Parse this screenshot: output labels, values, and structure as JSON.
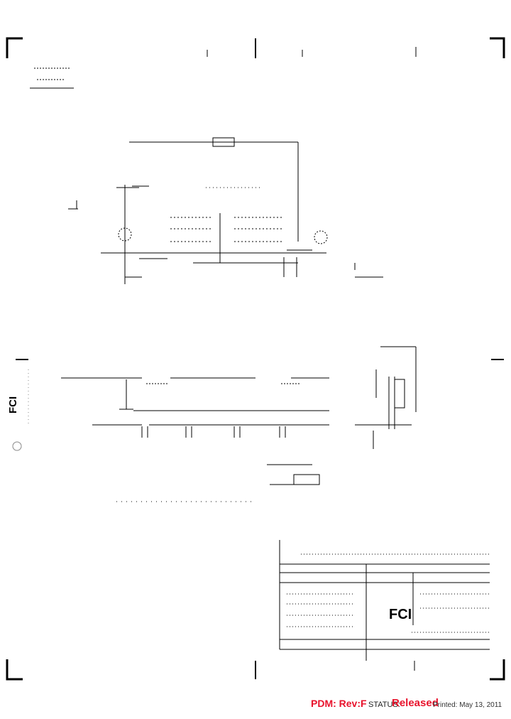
{
  "footer": {
    "pdm": "PDM: Rev:F",
    "status_label": "STATUS:",
    "status_value": "Released",
    "printed": "Printed: May 13, 2011"
  },
  "title_block": {
    "company_logo": "FCI"
  },
  "side_logo": "FCI",
  "colors": {
    "status_red": "#e8132c",
    "line": "#000000"
  }
}
